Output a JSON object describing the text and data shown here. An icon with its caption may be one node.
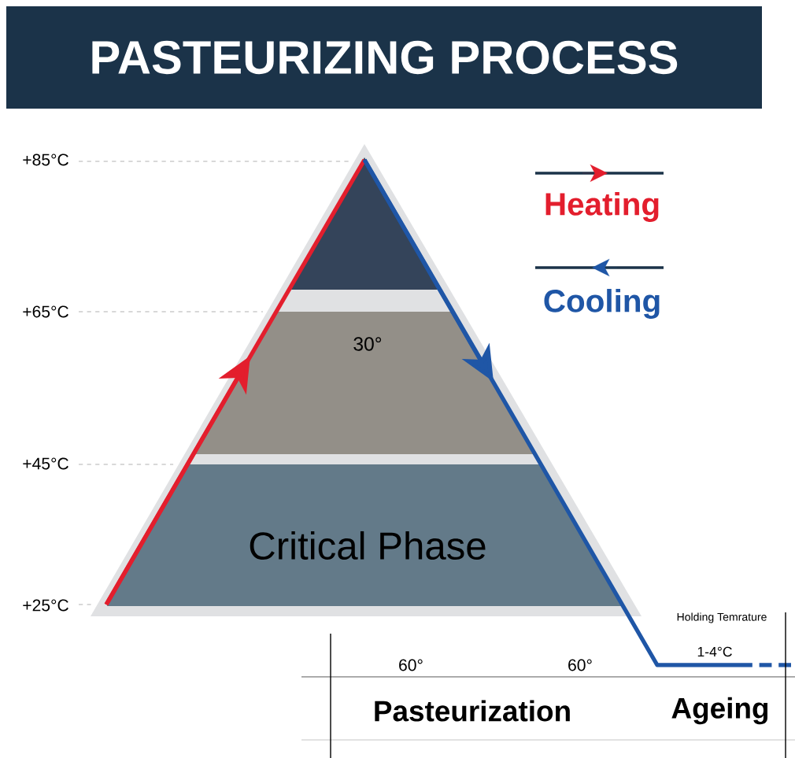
{
  "diagram": {
    "title": "PASTEURIZING PROCESS",
    "nodes": [
      {
        "text": [],
        "shape": "triangle"
      },
      {
        "text": [
          "30°"
        ]
      },
      {
        "text": [
          "Critical Phase"
        ]
      }
    ],
    "labels": [
      "+85°C",
      "+65°C",
      "+45°C",
      "+25°C",
      "Holding Temrature",
      "1-4°C",
      "60°",
      "60°",
      "Pasteurization",
      "Ageing"
    ],
    "legend": [
      {
        "text": "Heating"
      },
      {
        "text": "Cooling"
      }
    ]
  }
}
